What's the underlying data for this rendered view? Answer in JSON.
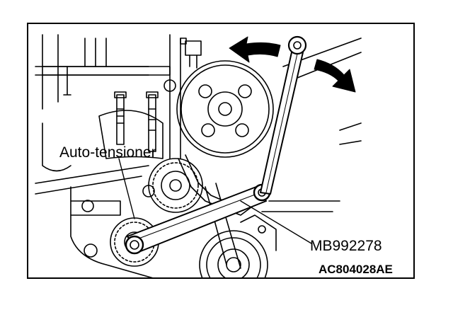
{
  "labels": {
    "auto_tensioner": "Auto-tensioner",
    "tool": "MB992278",
    "figure_code": "AC804028AE"
  },
  "colors": {
    "line": "#000000",
    "background": "#ffffff"
  },
  "icons": {
    "rotation_arrow_left": "curved-arrow-left-icon",
    "rotation_arrow_right": "curved-arrow-right-icon"
  }
}
